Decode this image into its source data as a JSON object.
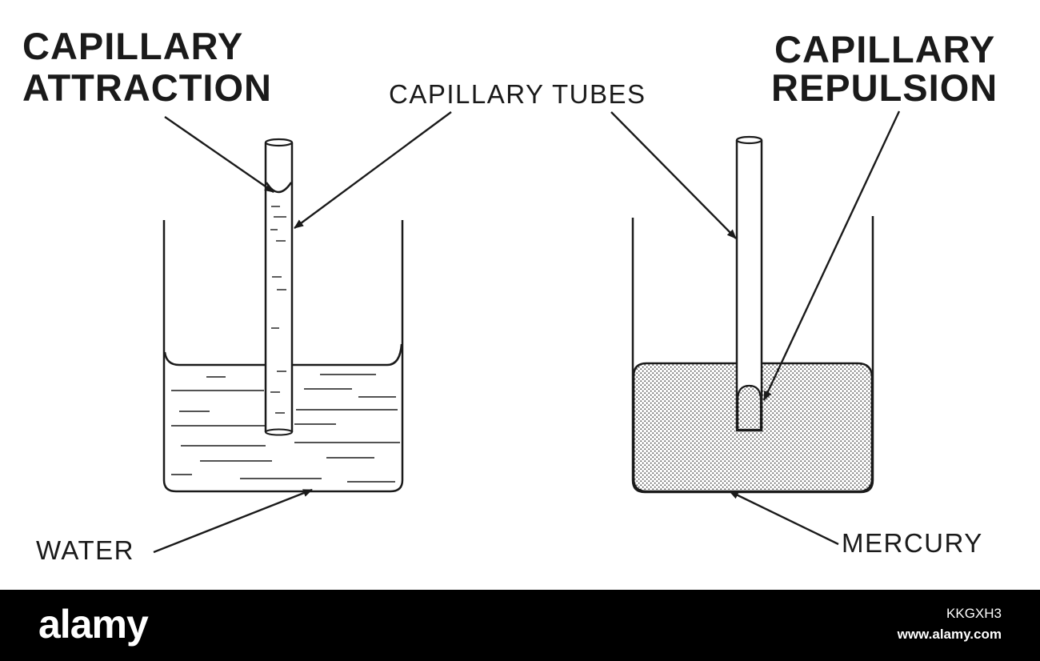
{
  "labels": {
    "attraction_line1": "CAPILLARY",
    "attraction_line2": "ATTRACTION",
    "tubes": "CAPILLARY TUBES",
    "repulsion_line1": "CAPILLARY",
    "repulsion_line2": "REPULSION",
    "water": "WATER",
    "mercury": "MERCURY"
  },
  "footer": {
    "logo": "alamy",
    "image_id": "KKGXH3",
    "url": "www.alamy.com"
  },
  "colors": {
    "ink": "#1a1a1a",
    "background": "#ffffff",
    "footer_background": "#000000",
    "mercury_stipple": "#d9d9d9"
  }
}
